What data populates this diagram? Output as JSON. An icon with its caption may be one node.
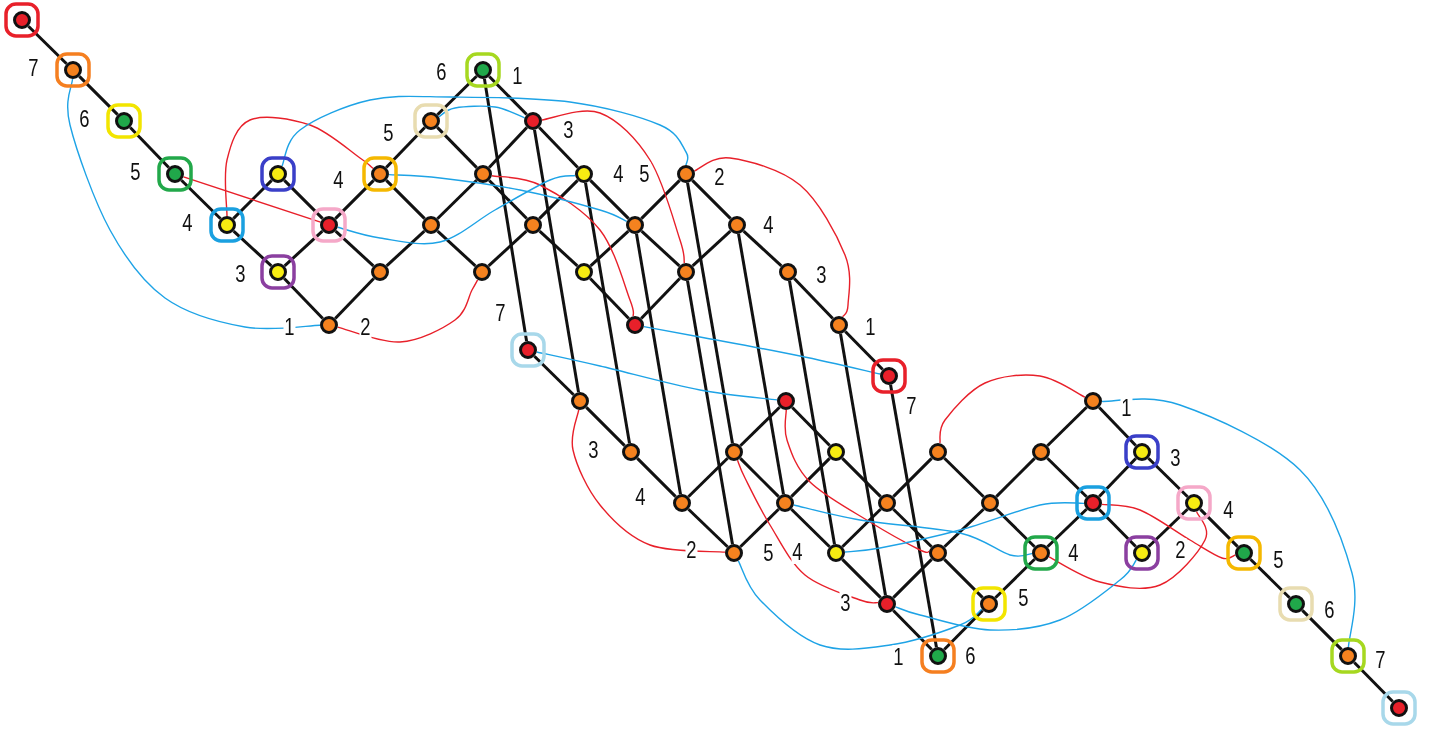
{
  "diagram": {
    "nodes": [
      {
        "text": [],
        "shape": "circle"
      },
      {
        "text": [],
        "shape": "circle",
        "beside": [
          "7"
        ]
      },
      {
        "text": [],
        "shape": "circle",
        "beside": [
          "6"
        ]
      },
      {
        "text": [],
        "shape": "circle",
        "beside": [
          "5"
        ]
      },
      {
        "text": [],
        "shape": "circle",
        "beside": [
          "4"
        ]
      },
      {
        "text": [],
        "shape": "circle"
      },
      {
        "text": [],
        "shape": "circle",
        "beside": [
          "3"
        ]
      },
      {
        "text": [],
        "shape": "circle"
      },
      {
        "text": [],
        "shape": "circle",
        "beside": [
          "1",
          "2"
        ]
      },
      {
        "text": [],
        "shape": "circle",
        "beside": [
          "4"
        ]
      },
      {
        "text": [],
        "shape": "circle"
      },
      {
        "text": [],
        "shape": "circle",
        "beside": [
          "5"
        ]
      },
      {
        "text": [],
        "shape": "circle"
      },
      {
        "text": [],
        "shape": "circle",
        "beside": [
          "6",
          "1"
        ]
      },
      {
        "text": [],
        "shape": "circle"
      },
      {
        "text": [],
        "shape": "circle"
      },
      {
        "text": [],
        "shape": "circle",
        "beside": [
          "3"
        ]
      },
      {
        "text": [],
        "shape": "circle"
      },
      {
        "text": [],
        "shape": "circle",
        "beside": [
          "4"
        ]
      },
      {
        "text": [],
        "shape": "circle"
      },
      {
        "text": [],
        "shape": "circle"
      },
      {
        "text": [],
        "shape": "circle"
      },
      {
        "text": [],
        "shape": "circle",
        "beside": [
          "5",
          "2"
        ]
      },
      {
        "text": [],
        "shape": "circle"
      },
      {
        "text": [],
        "shape": "circle",
        "beside": [
          "4"
        ]
      },
      {
        "text": [],
        "shape": "circle",
        "beside": [
          "3"
        ]
      },
      {
        "text": [],
        "shape": "circle",
        "beside": [
          "1"
        ]
      },
      {
        "text": [],
        "shape": "circle",
        "beside": [
          "7"
        ]
      },
      {
        "text": [],
        "shape": "circle",
        "beside": [
          "7"
        ]
      },
      {
        "text": [],
        "shape": "circle"
      },
      {
        "text": [],
        "shape": "circle",
        "beside": [
          "3"
        ]
      },
      {
        "text": [],
        "shape": "circle",
        "beside": [
          "4"
        ]
      },
      {
        "text": [],
        "shape": "circle"
      },
      {
        "text": [],
        "shape": "circle",
        "beside": [
          "2",
          "5"
        ]
      },
      {
        "text": [],
        "shape": "circle"
      },
      {
        "text": [],
        "shape": "circle"
      },
      {
        "text": [],
        "shape": "circle"
      },
      {
        "text": [],
        "shape": "circle",
        "beside": [
          "4"
        ]
      },
      {
        "text": [],
        "shape": "circle"
      },
      {
        "text": [],
        "shape": "circle",
        "beside": [
          "3"
        ]
      },
      {
        "text": [],
        "shape": "circle",
        "beside": [
          "1",
          "6"
        ]
      },
      {
        "text": [],
        "shape": "circle"
      },
      {
        "text": [],
        "shape": "circle"
      },
      {
        "text": [],
        "shape": "circle",
        "beside": [
          "5"
        ]
      },
      {
        "text": [],
        "shape": "circle"
      },
      {
        "text": [],
        "shape": "circle"
      },
      {
        "text": [],
        "shape": "circle",
        "beside": [
          "4"
        ]
      },
      {
        "text": [],
        "shape": "circle",
        "beside": [
          "1"
        ]
      },
      {
        "text": [],
        "shape": "circle"
      },
      {
        "text": [],
        "shape": "circle",
        "beside": [
          "3"
        ]
      },
      {
        "text": [],
        "shape": "circle",
        "beside": [
          "2"
        ]
      },
      {
        "text": [],
        "shape": "circle",
        "beside": [
          "4"
        ]
      },
      {
        "text": [],
        "shape": "circle",
        "beside": [
          "5"
        ]
      },
      {
        "text": [],
        "shape": "circle",
        "beside": [
          "6"
        ]
      },
      {
        "text": [],
        "shape": "circle",
        "beside": [
          "7"
        ]
      },
      {
        "text": [],
        "shape": "circle"
      }
    ],
    "edges": [
      {
        "from": 0,
        "to": 1,
        "arrow": "none"
      },
      {
        "from": 1,
        "to": 2,
        "arrow": "none"
      },
      {
        "from": 2,
        "to": 3,
        "arrow": "none"
      },
      {
        "from": 3,
        "to": 4,
        "arrow": "none"
      },
      {
        "from": 4,
        "to": 6,
        "arrow": "none"
      },
      {
        "from": 6,
        "to": 8,
        "arrow": "none"
      },
      {
        "from": 4,
        "to": 5,
        "arrow": "none"
      },
      {
        "from": 5,
        "to": 7,
        "arrow": "none"
      },
      {
        "from": 7,
        "to": 10,
        "arrow": "none"
      },
      {
        "from": 6,
        "to": 7,
        "arrow": "none"
      },
      {
        "from": 7,
        "to": 9,
        "arrow": "none"
      },
      {
        "from": 9,
        "to": 11,
        "arrow": "none"
      },
      {
        "from": 11,
        "to": 13,
        "arrow": "none"
      },
      {
        "from": 8,
        "to": 10,
        "arrow": "none"
      },
      {
        "from": 10,
        "to": 12,
        "arrow": "none"
      },
      {
        "from": 12,
        "to": 14,
        "arrow": "none"
      },
      {
        "from": 14,
        "to": 16,
        "arrow": "none"
      },
      {
        "from": 13,
        "to": 16,
        "arrow": "none"
      },
      {
        "from": 16,
        "to": 18,
        "arrow": "none"
      },
      {
        "from": 18,
        "to": 20,
        "arrow": "none"
      },
      {
        "from": 20,
        "to": 23,
        "arrow": "none"
      },
      {
        "from": 9,
        "to": 12,
        "arrow": "none"
      },
      {
        "from": 12,
        "to": 15,
        "arrow": "none"
      },
      {
        "from": 11,
        "to": 14,
        "arrow": "none"
      },
      {
        "from": 14,
        "to": 17,
        "arrow": "none"
      },
      {
        "from": 17,
        "to": 19,
        "arrow": "none"
      },
      {
        "from": 19,
        "to": 21,
        "arrow": "none"
      },
      {
        "from": 15,
        "to": 17,
        "arrow": "none"
      },
      {
        "from": 17,
        "to": 18,
        "arrow": "none"
      },
      {
        "from": 19,
        "to": 20,
        "arrow": "none"
      },
      {
        "from": 20,
        "to": 22,
        "arrow": "none"
      },
      {
        "from": 21,
        "to": 23,
        "arrow": "none"
      },
      {
        "from": 23,
        "to": 24,
        "arrow": "none"
      },
      {
        "from": 22,
        "to": 24,
        "arrow": "none"
      },
      {
        "from": 24,
        "to": 25,
        "arrow": "none"
      },
      {
        "from": 25,
        "to": 26,
        "arrow": "none"
      },
      {
        "from": 26,
        "to": 27,
        "arrow": "none"
      },
      {
        "from": 13,
        "to": 28,
        "arrow": "none"
      },
      {
        "from": 16,
        "to": 29,
        "arrow": "none"
      },
      {
        "from": 18,
        "to": 30,
        "arrow": "none"
      },
      {
        "from": 20,
        "to": 31,
        "arrow": "none"
      },
      {
        "from": 23,
        "to": 33,
        "arrow": "none"
      },
      {
        "from": 22,
        "to": 32,
        "arrow": "none"
      },
      {
        "from": 24,
        "to": 35,
        "arrow": "none"
      },
      {
        "from": 25,
        "to": 37,
        "arrow": "none"
      },
      {
        "from": 26,
        "to": 39,
        "arrow": "none"
      },
      {
        "from": 27,
        "to": 40,
        "arrow": "none"
      },
      {
        "from": 28,
        "to": 29,
        "arrow": "none"
      },
      {
        "from": 29,
        "to": 30,
        "arrow": "none"
      },
      {
        "from": 30,
        "to": 31,
        "arrow": "none"
      },
      {
        "from": 31,
        "to": 33,
        "arrow": "none"
      },
      {
        "from": 31,
        "to": 32,
        "arrow": "none"
      },
      {
        "from": 32,
        "to": 34,
        "arrow": "none"
      },
      {
        "from": 32,
        "to": 35,
        "arrow": "none"
      },
      {
        "from": 35,
        "to": 37,
        "arrow": "none"
      },
      {
        "from": 37,
        "to": 39,
        "arrow": "none"
      },
      {
        "from": 39,
        "to": 40,
        "arrow": "none"
      },
      {
        "from": 33,
        "to": 35,
        "arrow": "none"
      },
      {
        "from": 35,
        "to": 36,
        "arrow": "none"
      },
      {
        "from": 34,
        "to": 36,
        "arrow": "none"
      },
      {
        "from": 36,
        "to": 38,
        "arrow": "none"
      },
      {
        "from": 38,
        "to": 42,
        "arrow": "none"
      },
      {
        "from": 42,
        "to": 43,
        "arrow": "none"
      },
      {
        "from": 37,
        "to": 38,
        "arrow": "none"
      },
      {
        "from": 38,
        "to": 41,
        "arrow": "none"
      },
      {
        "from": 41,
        "to": 44,
        "arrow": "none"
      },
      {
        "from": 44,
        "to": 46,
        "arrow": "none"
      },
      {
        "from": 39,
        "to": 42,
        "arrow": "none"
      },
      {
        "from": 42,
        "to": 44,
        "arrow": "none"
      },
      {
        "from": 44,
        "to": 45,
        "arrow": "none"
      },
      {
        "from": 45,
        "to": 47,
        "arrow": "none"
      },
      {
        "from": 45,
        "to": 48,
        "arrow": "none"
      },
      {
        "from": 48,
        "to": 50,
        "arrow": "none"
      },
      {
        "from": 40,
        "to": 43,
        "arrow": "none"
      },
      {
        "from": 43,
        "to": 46,
        "arrow": "none"
      },
      {
        "from": 46,
        "to": 48,
        "arrow": "none"
      },
      {
        "from": 48,
        "to": 49,
        "arrow": "none"
      },
      {
        "from": 47,
        "to": 49,
        "arrow": "none"
      },
      {
        "from": 49,
        "to": 51,
        "arrow": "none"
      },
      {
        "from": 50,
        "to": 51,
        "arrow": "none"
      },
      {
        "from": 51,
        "to": 52,
        "arrow": "none"
      },
      {
        "from": 52,
        "to": 53,
        "arrow": "none"
      },
      {
        "from": 53,
        "to": 54,
        "arrow": "none"
      },
      {
        "from": 54,
        "to": 55,
        "arrow": "none"
      },
      {
        "from": 3,
        "to": 7,
        "arrow": "none",
        "color": "#e8202a"
      },
      {
        "from": 4,
        "to": 9,
        "arrow": "none",
        "color": "#e8202a"
      },
      {
        "from": 8,
        "to": 15,
        "arrow": "none",
        "color": "#e8202a"
      },
      {
        "from": 16,
        "to": 23,
        "arrow": "none",
        "color": "#e8202a"
      },
      {
        "from": 14,
        "to": 21,
        "arrow": "none",
        "color": "#e8202a"
      },
      {
        "from": 22,
        "to": 26,
        "arrow": "none",
        "color": "#e8202a"
      },
      {
        "from": 29,
        "to": 33,
        "arrow": "none",
        "color": "#e8202a"
      },
      {
        "from": 32,
        "to": 39,
        "arrow": "none",
        "color": "#e8202a"
      },
      {
        "from": 34,
        "to": 42,
        "arrow": "none",
        "color": "#e8202a"
      },
      {
        "from": 41,
        "to": 47,
        "arrow": "none",
        "color": "#e8202a"
      },
      {
        "from": 48,
        "to": 52,
        "arrow": "none",
        "color": "#e8202a"
      },
      {
        "from": 46,
        "to": 51,
        "arrow": "none",
        "color": "#e8202a"
      },
      {
        "from": 1,
        "to": 8,
        "arrow": "none",
        "color": "#1ea3e6"
      },
      {
        "from": 5,
        "to": 22,
        "arrow": "none",
        "color": "#1ea3e6"
      },
      {
        "from": 11,
        "to": 16,
        "arrow": "none",
        "color": "#1ea3e6"
      },
      {
        "from": 9,
        "to": 20,
        "arrow": "none",
        "color": "#1ea3e6"
      },
      {
        "from": 7,
        "to": 18,
        "arrow": "none",
        "color": "#1ea3e6"
      },
      {
        "from": 21,
        "to": 27,
        "arrow": "none",
        "color": "#1ea3e6"
      },
      {
        "from": 28,
        "to": 34,
        "arrow": "none",
        "color": "#1ea3e6"
      },
      {
        "from": 33,
        "to": 43,
        "arrow": "none",
        "color": "#1ea3e6"
      },
      {
        "from": 35,
        "to": 46,
        "arrow": "none",
        "color": "#1ea3e6"
      },
      {
        "from": 37,
        "to": 48,
        "arrow": "none",
        "color": "#1ea3e6"
      },
      {
        "from": 39,
        "to": 50,
        "arrow": "none",
        "color": "#1ea3e6"
      },
      {
        "from": 47,
        "to": 54,
        "arrow": "none",
        "color": "#1ea3e6"
      }
    ]
  }
}
